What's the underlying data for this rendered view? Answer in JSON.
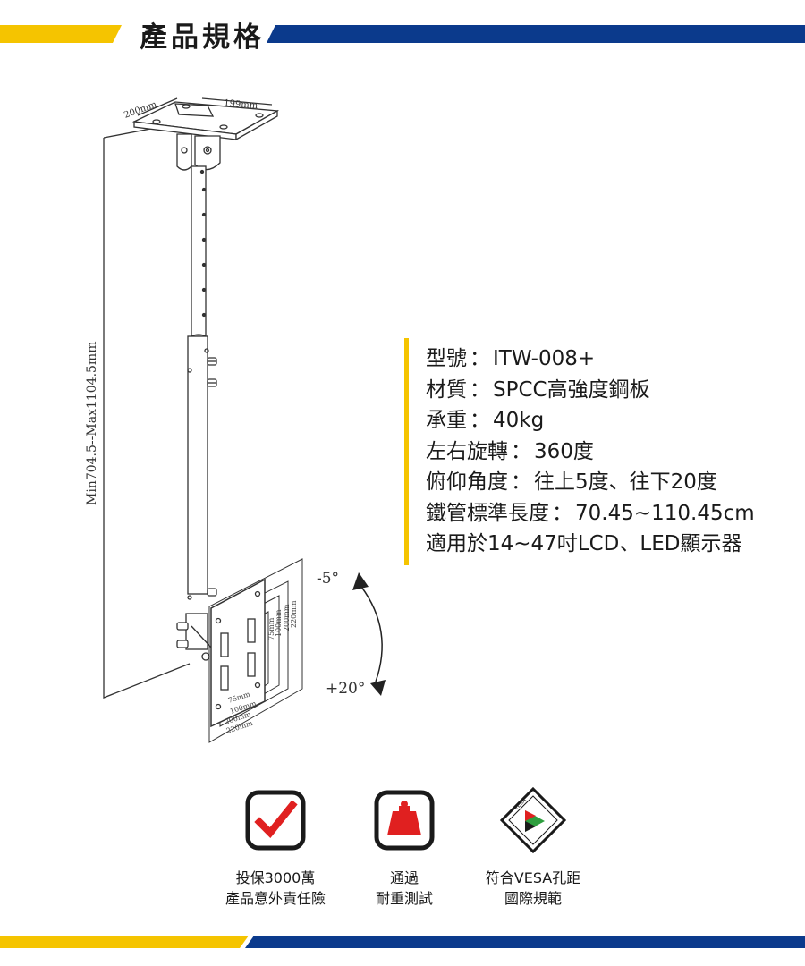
{
  "header": {
    "title": "產品規格",
    "colors": {
      "yellow": "#f5c400",
      "navy": "#0b3a8c"
    }
  },
  "diagram": {
    "plate_label_left": "200mm",
    "plate_label_right": "199mm",
    "height_range": "Min704.5--Max1104.5mm",
    "tilt_up": "-5°",
    "tilt_down": "+20°",
    "vesa_vertical": [
      "75mm",
      "100mm",
      "200mm",
      "220mm"
    ],
    "vesa_horizontal": [
      "75mm",
      "100mm",
      "200mm",
      "220mm"
    ]
  },
  "specs": {
    "items": [
      {
        "label": "型號",
        "value": "ITW-008+"
      },
      {
        "label": "材質",
        "value": "SPCC高強度鋼板"
      },
      {
        "label": "承重",
        "value": "40kg"
      },
      {
        "label": "左右旋轉",
        "value": "360度"
      },
      {
        "label": "俯仰角度",
        "value": "往上5度、往下20度"
      },
      {
        "label": "鐵管標準長度",
        "value": "70.45~110.45cm"
      },
      {
        "label": "適用於",
        "value": "14~47吋LCD、LED顯示器"
      }
    ],
    "separator": "："
  },
  "badges": [
    {
      "icon": "check-icon",
      "line1": "投保3000萬",
      "line2": "產品意外責任險"
    },
    {
      "icon": "weight-icon",
      "line1": "通過",
      "line2": "耐重測試"
    },
    {
      "icon": "vesa-logo-icon",
      "line1": "符合VESA孔距",
      "line2": "國際規範",
      "logo_text": "VESA MOUNTING COMPLIANT"
    }
  ]
}
